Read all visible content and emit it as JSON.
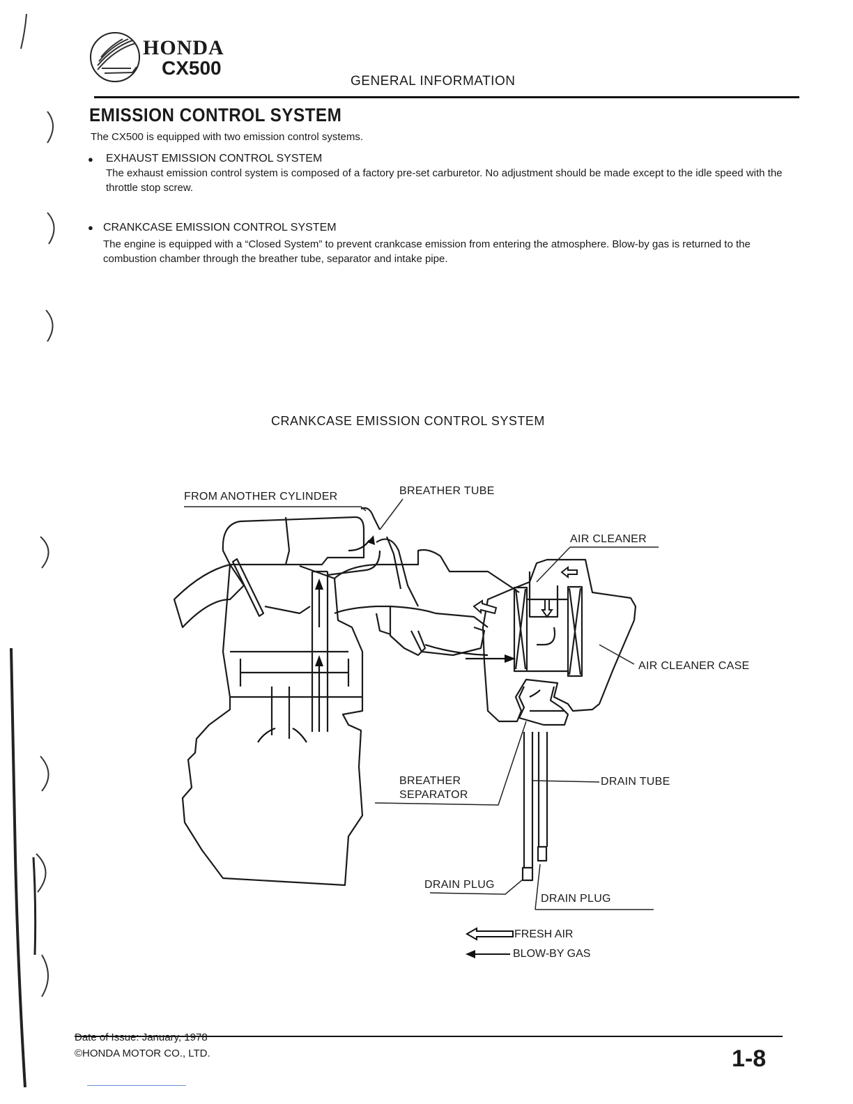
{
  "header": {
    "brand": "HONDA",
    "model": "CX500",
    "section": "GENERAL INFORMATION"
  },
  "main": {
    "title": "EMISSION CONTROL SYSTEM",
    "intro": "The CX500 is equipped with two emission control systems.",
    "items": [
      {
        "bullet": "●",
        "heading": "EXHAUST EMISSION CONTROL SYSTEM",
        "text": "The exhaust emission control system is composed of a factory pre-set carburetor. No adjustment should be made except to the idle speed with the throttle stop screw."
      },
      {
        "bullet": "●",
        "heading": "CRANKCASE EMISSION CONTROL SYSTEM",
        "text": "The engine is equipped with a “Closed System” to prevent crankcase emission from entering the atmosphere. Blow-by gas is returned to the combustion chamber through the breather tube, separator and intake pipe."
      }
    ]
  },
  "diagram": {
    "title": "CRANKCASE EMISSION CONTROL SYSTEM",
    "labels": {
      "from_another_cylinder": "FROM ANOTHER CYLINDER",
      "breather_tube": "BREATHER TUBE",
      "air_cleaner": "AIR CLEANER",
      "air_cleaner_case": "AIR CLEANER CASE",
      "breather_separator_1": "BREATHER",
      "breather_separator_2": "SEPARATOR",
      "drain_tube": "DRAIN TUBE",
      "drain_plug_left": "DRAIN PLUG",
      "drain_plug_right": "DRAIN PLUG"
    },
    "legend": [
      {
        "label": "FRESH AIR",
        "icon": "hollow-arrow-icon"
      },
      {
        "label": "BLOW-BY GAS",
        "icon": "solid-arrow-icon"
      }
    ]
  },
  "footer": {
    "date": "Date of Issue: January, 1978",
    "copyright": "©HONDA MOTOR CO., LTD.",
    "page_number": "1-8"
  }
}
